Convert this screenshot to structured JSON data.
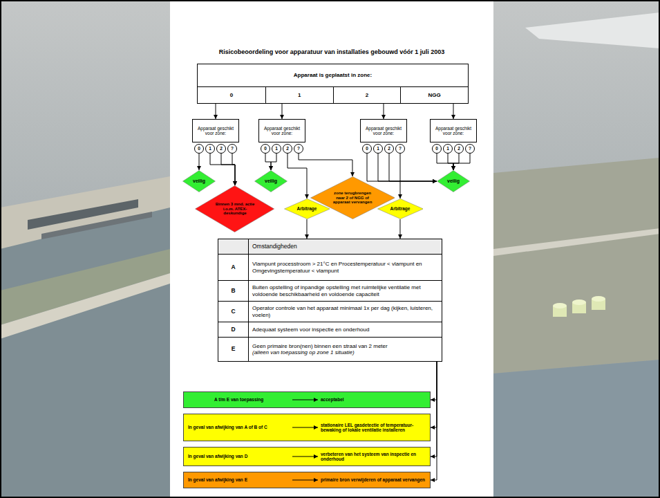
{
  "diagram": {
    "title": "Risicobeoordeling voor apparatuur van installaties gebouwd vóór 1 juli 2003",
    "nodes": [
      {
        "text": [
          "Apparaat is geplaatst in zone:"
        ]
      },
      {
        "text": [
          "0"
        ],
        "in": 0
      },
      {
        "text": [
          "1"
        ],
        "in": 0
      },
      {
        "text": [
          "2"
        ],
        "in": 0
      },
      {
        "text": [
          "NGG"
        ],
        "in": 0
      },
      {
        "text": [
          "Apparaat geschikt voor zone:"
        ]
      },
      {
        "text": [
          "0"
        ]
      },
      {
        "text": [
          "1"
        ]
      },
      {
        "text": [
          "2"
        ]
      },
      {
        "text": [
          "?"
        ]
      },
      {
        "text": [
          "Apparaat geschikt voor zone:"
        ]
      },
      {
        "text": [
          "0"
        ]
      },
      {
        "text": [
          "1"
        ]
      },
      {
        "text": [
          "2"
        ]
      },
      {
        "text": [
          "?"
        ]
      },
      {
        "text": [
          "Apparaat geschikt voor zone:"
        ]
      },
      {
        "text": [
          "0"
        ]
      },
      {
        "text": [
          "1"
        ]
      },
      {
        "text": [
          "2"
        ]
      },
      {
        "text": [
          "?"
        ]
      },
      {
        "text": [
          "Apparaat geschikt voor zone:"
        ]
      },
      {
        "text": [
          "0"
        ]
      },
      {
        "text": [
          "1"
        ]
      },
      {
        "text": [
          "2"
        ]
      },
      {
        "text": [
          "?"
        ]
      },
      {
        "text": [
          "veilig"
        ]
      },
      {
        "text": [
          "Binnen 3 mnd. actie i.o.m. ATEX-deskundige"
        ]
      },
      {
        "text": [
          "veilig"
        ]
      },
      {
        "text": [
          "Arbitrage"
        ]
      },
      {
        "text": [
          "zone terugbrengen naar 2 of NGG of apparaat vervangen"
        ]
      },
      {
        "text": [
          "Arbitrage"
        ]
      },
      {
        "text": [
          "veilig"
        ]
      },
      {
        "text": [
          "Omstandigheden",
          "A",
          "Vlampunt processtroom > 21°C en Procestemperatuur < vlampunt en Omgevingstemperatuur < vlampunt",
          "B",
          "Buiten opstelling of inpandige opstelling met ruimtelijke ventilatie met voldoende beschikbaarheid en voldoende capaciteit",
          "C",
          "Operator controle van het apparaat minimaal 1x per dag (kijken, luisteren, voelen)",
          "D",
          "Adequaat systeem voor inspectie en onderhoud",
          "E",
          "Geen primaire bron(nen) binnen een straal van 2 meter",
          "(alleen van toepassing op zone 1 situatie)"
        ]
      },
      {
        "text": [
          "A t/m E van toepassing",
          "acceptabel"
        ]
      },
      {
        "text": [
          "In geval van afwijking van A of B of C",
          "stationaire LEL gasdetectie of temperatuur-bewaking of lokale ventilatie installeren"
        ]
      },
      {
        "text": [
          "In geval van afwijking van D",
          "verbeteren van het systeem van inspectie en onderhoud"
        ]
      },
      {
        "text": [
          "In geval van afwijking van E",
          "primaire bron verwijderen of apparaat vervangen"
        ]
      }
    ],
    "edges": [
      {
        "from": 1,
        "to": 5,
        "arrow": "to"
      },
      {
        "from": 2,
        "to": 10,
        "arrow": "to"
      },
      {
        "from": 3,
        "to": 15,
        "arrow": "to"
      },
      {
        "from": 4,
        "to": 20,
        "arrow": "to"
      },
      {
        "from": 6,
        "to": 25,
        "arrow": "to"
      },
      {
        "from": 7,
        "to": 26,
        "arrow": "to"
      },
      {
        "from": 8,
        "to": 26,
        "arrow": "to"
      },
      {
        "from": 9,
        "to": 26,
        "arrow": "to"
      },
      {
        "from": 11,
        "to": 27,
        "arrow": "to"
      },
      {
        "from": 12,
        "to": 27,
        "arrow": "to"
      },
      {
        "from": 13,
        "to": 28,
        "arrow": "to"
      },
      {
        "from": 14,
        "to": 29,
        "arrow": "to"
      },
      {
        "from": 16,
        "to": 31,
        "arrow": "to"
      },
      {
        "from": 17,
        "to": 31,
        "arrow": "to"
      },
      {
        "from": 18,
        "to": 31,
        "arrow": "to"
      },
      {
        "from": 19,
        "to": 30,
        "arrow": "to"
      },
      {
        "from": 21,
        "to": 31,
        "arrow": "to"
      },
      {
        "from": 22,
        "to": 31,
        "arrow": "to"
      },
      {
        "from": 23,
        "to": 31,
        "arrow": "to"
      },
      {
        "from": 24,
        "to": 31,
        "arrow": "to"
      },
      {
        "from": 28,
        "to": 32,
        "arrow": "to"
      },
      {
        "from": 30,
        "to": 32,
        "arrow": "to"
      },
      {
        "from": 32,
        "to": 33,
        "arrow": "to"
      },
      {
        "from": 32,
        "to": 34,
        "arrow": "to"
      },
      {
        "from": 32,
        "to": 35,
        "arrow": "to"
      },
      {
        "from": 32,
        "to": 36,
        "arrow": "to"
      }
    ]
  }
}
